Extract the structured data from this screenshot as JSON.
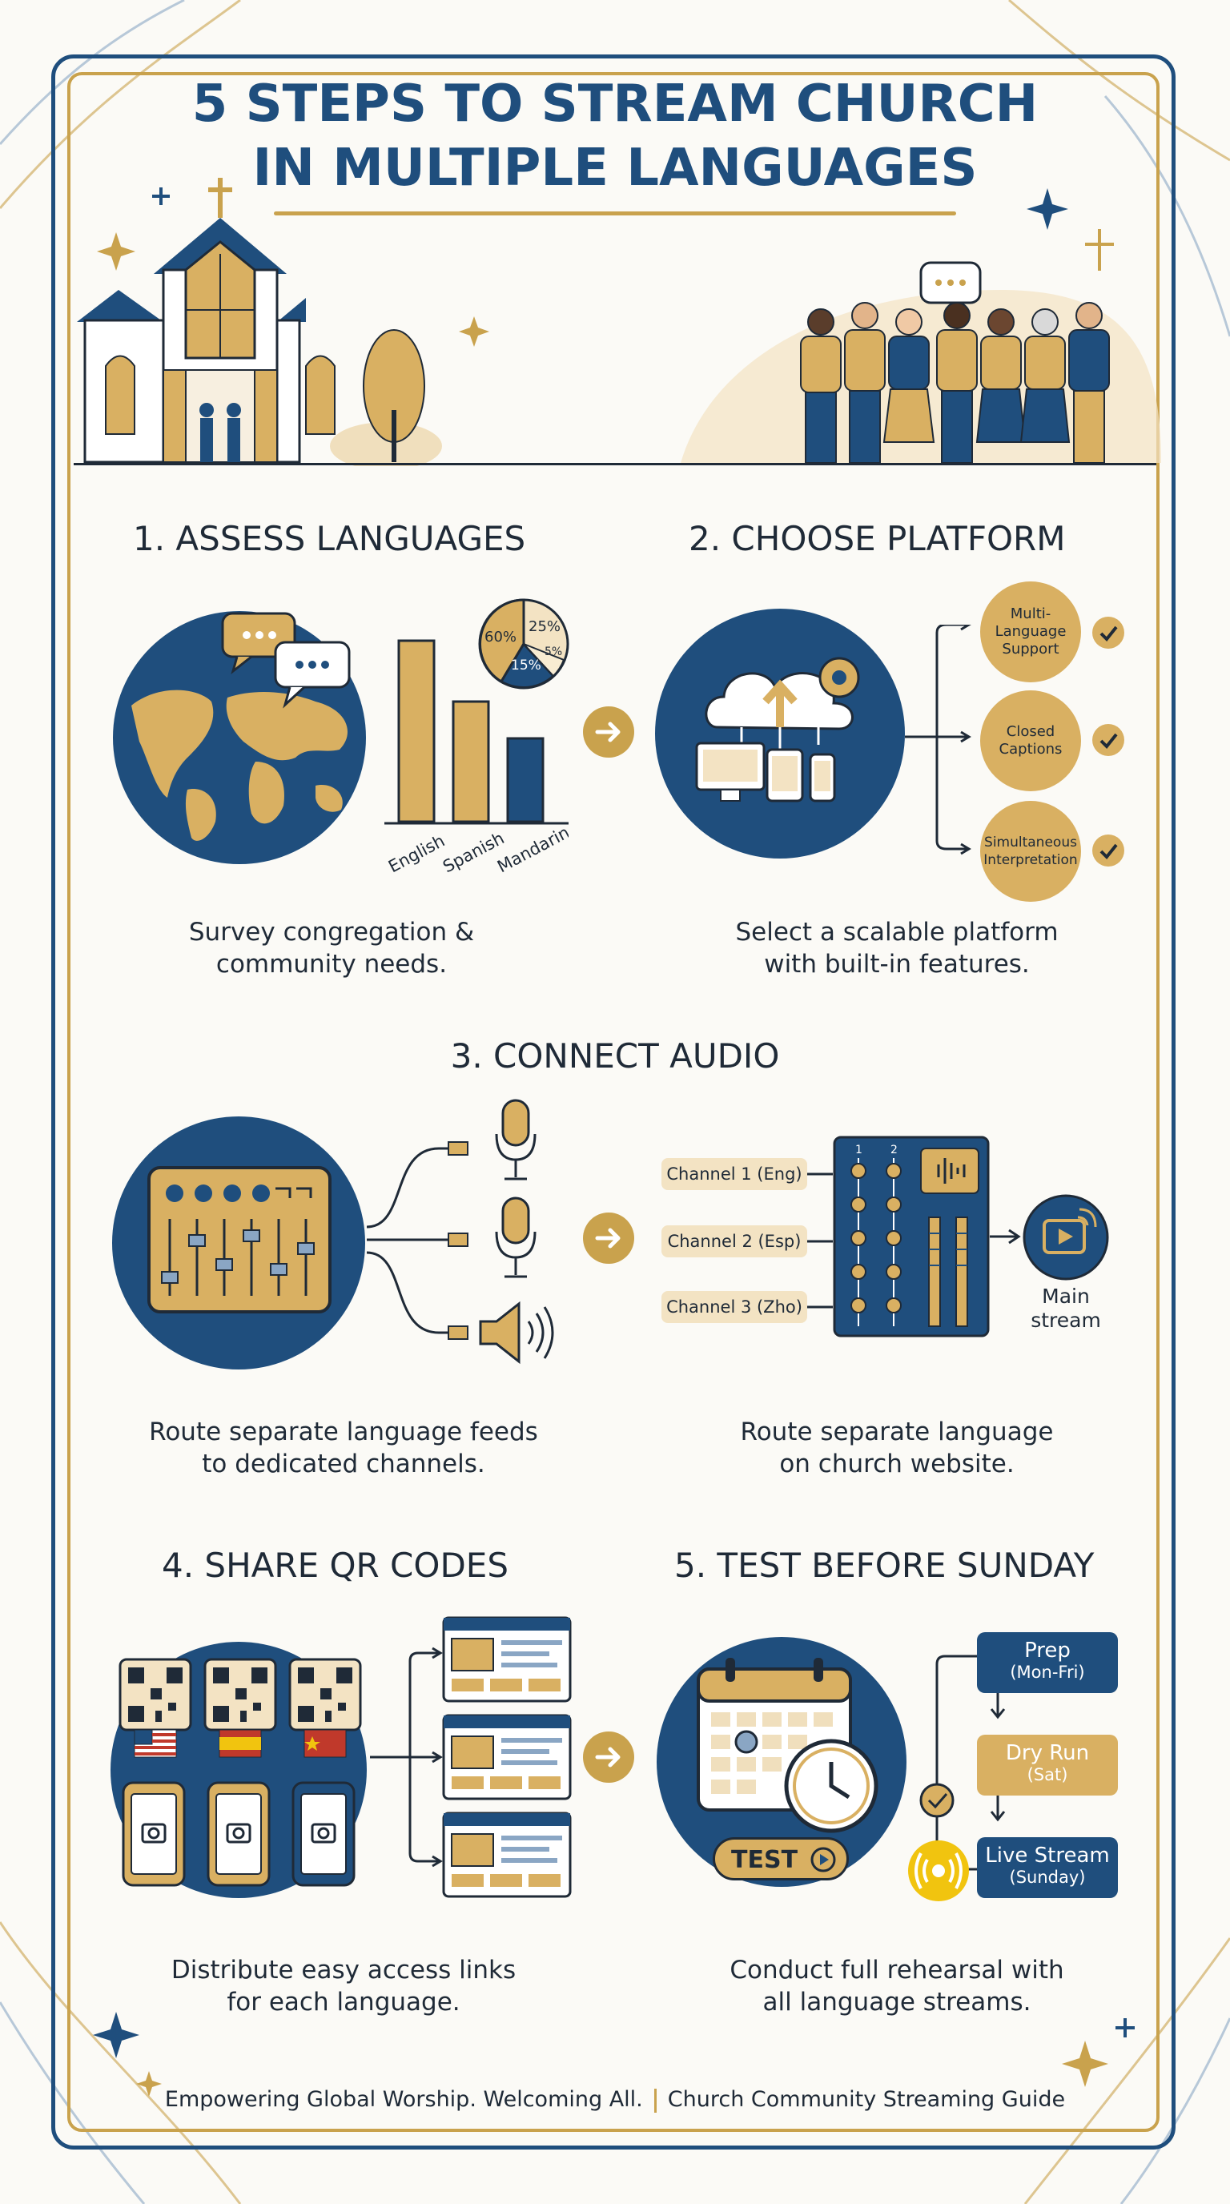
{
  "title": {
    "line1": "5 STEPS TO STREAM CHURCH",
    "line2": "IN MULTIPLE LANGUAGES"
  },
  "colors": {
    "navy": "#1f4e7d",
    "gold": "#c9a24d",
    "cream": "#f3e3c3",
    "text": "#1f2a37"
  },
  "step1": {
    "heading": "1. ASSESS LANGUAGES",
    "caption_line1": "Survey congregation &",
    "caption_line2": "community needs.",
    "bar_labels": [
      "English",
      "Spanish",
      "Mandarin"
    ],
    "pie_labels": [
      "60%",
      "25%",
      "5%",
      "15%"
    ]
  },
  "step2": {
    "heading": "2. CHOOSE PLATFORM",
    "caption_line1": "Select a scalable platform",
    "caption_line2": "with built-in features.",
    "features": [
      {
        "line1": "Multi-",
        "line2": "Language",
        "line3": "Support"
      },
      {
        "line1": "Closed",
        "line2": "Captions",
        "line3": ""
      },
      {
        "line1": "Simultaneous",
        "line2": "Interpretation",
        "line3": ""
      }
    ]
  },
  "step3": {
    "heading": "3. CONNECT AUDIO",
    "caption_left_line1": "Route separate language feeds",
    "caption_left_line2": "to dedicated channels.",
    "caption_right_line1": "Route separate language",
    "caption_right_line2": "on church website.",
    "channels": [
      "Channel 1 (Eng)",
      "Channel 2 (Esp)",
      "Channel 3 (Zho)"
    ],
    "mixer_numbers": [
      "1",
      "2"
    ],
    "main_stream_line1": "Main",
    "main_stream_line2": "stream"
  },
  "step4": {
    "heading": "4. SHARE QR CODES",
    "caption_line1": "Distribute easy access links",
    "caption_line2": "for each language."
  },
  "step5": {
    "heading": "5. TEST BEFORE SUNDAY",
    "caption_line1": "Conduct full rehearsal with",
    "caption_line2": "all language streams.",
    "test_label": "TEST",
    "schedule": [
      {
        "name": "Prep",
        "when": "(Mon-Fri)"
      },
      {
        "name": "Dry Run",
        "when": "(Sat)"
      },
      {
        "name": "Live Stream",
        "when": "(Sunday)"
      }
    ]
  },
  "footer": {
    "left": "Empowering Global Worship. Welcoming All.",
    "right": "Church Community Streaming Guide"
  }
}
